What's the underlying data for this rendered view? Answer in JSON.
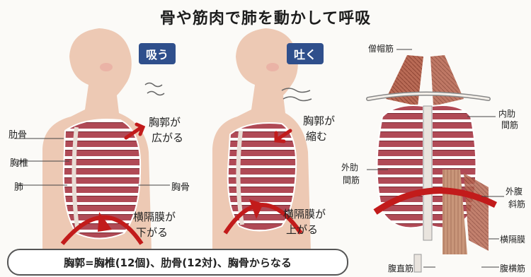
{
  "title": "骨や筋肉で肺を動かして呼吸",
  "badges": {
    "inhale": "吸う",
    "exhale": "吐く"
  },
  "left_labels": {
    "rib": "肋骨",
    "spine": "胸椎",
    "lung": "肺",
    "sternum": "胸骨",
    "thorax_expand_1": "胸郭が",
    "thorax_expand_2": "広がる",
    "diaphragm_down_1": "横隔膜が",
    "diaphragm_down_2": "下がる"
  },
  "middle_labels": {
    "thorax_shrink_1": "胸郭が",
    "thorax_shrink_2": "縮む",
    "diaphragm_up_1": "横隔膜が",
    "diaphragm_up_2": "上がる"
  },
  "right_labels": {
    "scm": "僧帽筋",
    "internal_intercostal_1": "内肋",
    "internal_intercostal_2": "間筋",
    "external_intercostal_1": "外肋",
    "external_intercostal_2": "間筋",
    "external_oblique_1": "外腹",
    "external_oblique_2": "斜筋",
    "transversus_1": "横隔膜",
    "rectus": "腹直筋",
    "transversus_2": "腹横筋"
  },
  "caption": "胸郭=胸椎(12個)、肋骨(12対)、胸骨からなる",
  "colors": {
    "badge": "#2f4f8c",
    "arrow": "#c21b1b",
    "skin": "#edc9b4",
    "lung": "#b04a56",
    "muscle": "#b55a4a"
  }
}
